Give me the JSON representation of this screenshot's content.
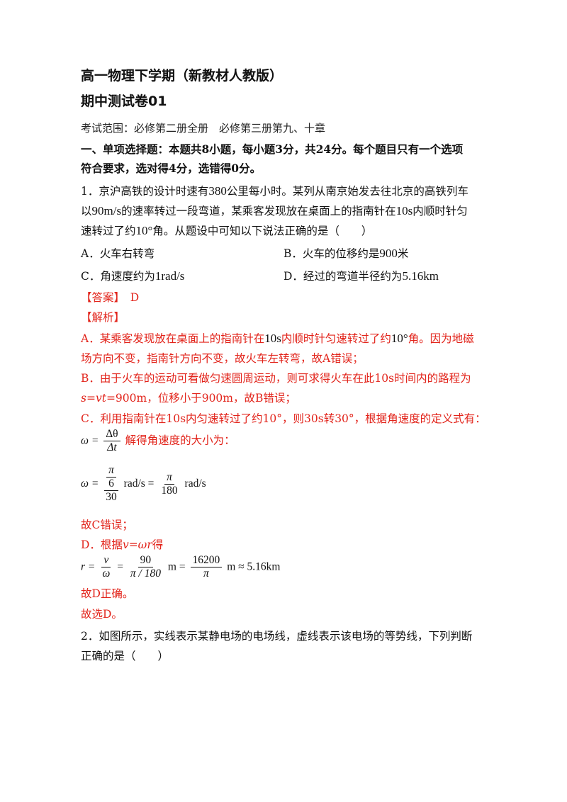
{
  "header": {
    "title_line1": "高一物理下学期（新教材人教版）",
    "title_line2": "期中测试卷01",
    "exam_range": "考试范围：必修第二册全册　必修第三册第九、十章"
  },
  "section1": {
    "heading_line1": "一、单项选择题：本题共8小题，每小题3分，共24分。每个题目只有一个选项",
    "heading_line2": "符合要求，选对得4分，选错得0分。"
  },
  "q1": {
    "l1a": "1．京沪高铁的设计时速有",
    "l1b": "380",
    "l1c": "公里每小时。某列从南京始发去往北京的高铁列车",
    "l2a": "以",
    "l2b": "90m/s",
    "l2c": "的速率转过一段弯道，某乘客发现放在桌面上的指南针在",
    "l2d": "10s",
    "l2e": "内顺时针匀",
    "l3a": "速转过了约",
    "l3b": "10°",
    "l3c": "角。从题设中可知以下说法正确的是（　　）",
    "optA": "A．火车右转弯",
    "optB_a": "B．火车的位移约是",
    "optB_b": "900",
    "optB_c": "米",
    "optC_a": "C．角速度约为",
    "optC_b": "1rad/s",
    "optD_a": "D．经过的弯道半径约为",
    "optD_b": "5.16km",
    "answer": "【答案】　D",
    "analysis": "【解析】",
    "A1a": "A．某乘客发现放在桌面上的指南针在",
    "A1b": "10s",
    "A1c": "内顺时针匀速转过了约",
    "A1d": "10°",
    "A1e": "角。因为地磁",
    "A2": "场方向不变，指南针方向不变，故火车左转弯，故A错误；",
    "B1": "B．由于火车的运动可看做匀速圆周运动，则可求得火车在此10s时间内的路程为",
    "B2a": "s=vt",
    "B2b": "=900m，位移小于900m，故B错误；",
    "C1": "C．利用指南针在10s内匀速转过了约10°，则30s转30°，根据角速度的定义式有：",
    "f1_lhs": "ω =",
    "f1_num": "Δθ",
    "f1_den": "Δt",
    "f1_text": "解得角速度的大小为：",
    "f2_lhs": "ω =",
    "f2_top": "π",
    "f2_top_den": "6",
    "f2_den": "30",
    "f2_unit1": "rad/s =",
    "f2_num2": "π",
    "f2_den2": "180",
    "f2_unit2": "rad/s",
    "C_end": "故C错误；",
    "D1a": "D．根据",
    "D1b": "v=ωr",
    "D1c": "得",
    "f3_lhs": "r =",
    "f3_n1": "v",
    "f3_d1": "ω",
    "f3_eq1": "=",
    "f3_n2": "90",
    "f3_d2": "π / 180",
    "f3_m1": "m =",
    "f3_n3": "16200",
    "f3_d3": "π",
    "f3_m2": "m ≈ 5.16km",
    "D_end": "故D正确。",
    "choose": "故选D。"
  },
  "q2": {
    "l1": "2．如图所示，实线表示某静电场的电场线，虚线表示该电场的等势线，下列判断",
    "l2": "正确的是（　　）"
  },
  "colors": {
    "answer_red": "#e2231a",
    "text": "#111111"
  }
}
